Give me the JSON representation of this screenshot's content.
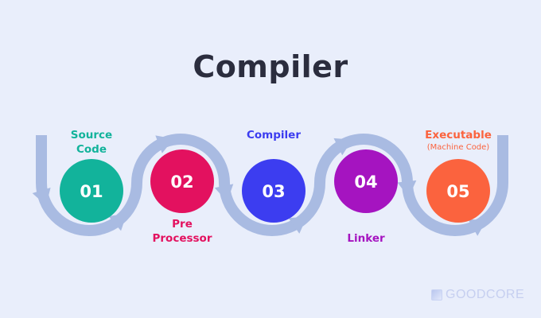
{
  "title": "Compiler",
  "colors": {
    "background": "#e9eefb",
    "arrow": "#a9bbe2",
    "step1": "#12b39b",
    "step2": "#e3115f",
    "step3": "#3c3df0",
    "step4": "#a514c0",
    "step5": "#fb633e"
  },
  "steps": [
    {
      "number": "01",
      "label_line1": "Source",
      "label_line2": "Code",
      "color": "#12b39b"
    },
    {
      "number": "02",
      "label_line1": "Pre",
      "label_line2": "Processor",
      "color": "#e3115f"
    },
    {
      "number": "03",
      "label_line1": "Compiler",
      "color": "#3c3df0"
    },
    {
      "number": "04",
      "label_line1": "Linker",
      "color": "#a514c0"
    },
    {
      "number": "05",
      "label_line1": "Executable",
      "sublabel": "(Machine Code)",
      "color": "#fb633e"
    }
  ],
  "logo": {
    "text": "GOODCORE",
    "icon": "goodcore-logo-mark"
  }
}
